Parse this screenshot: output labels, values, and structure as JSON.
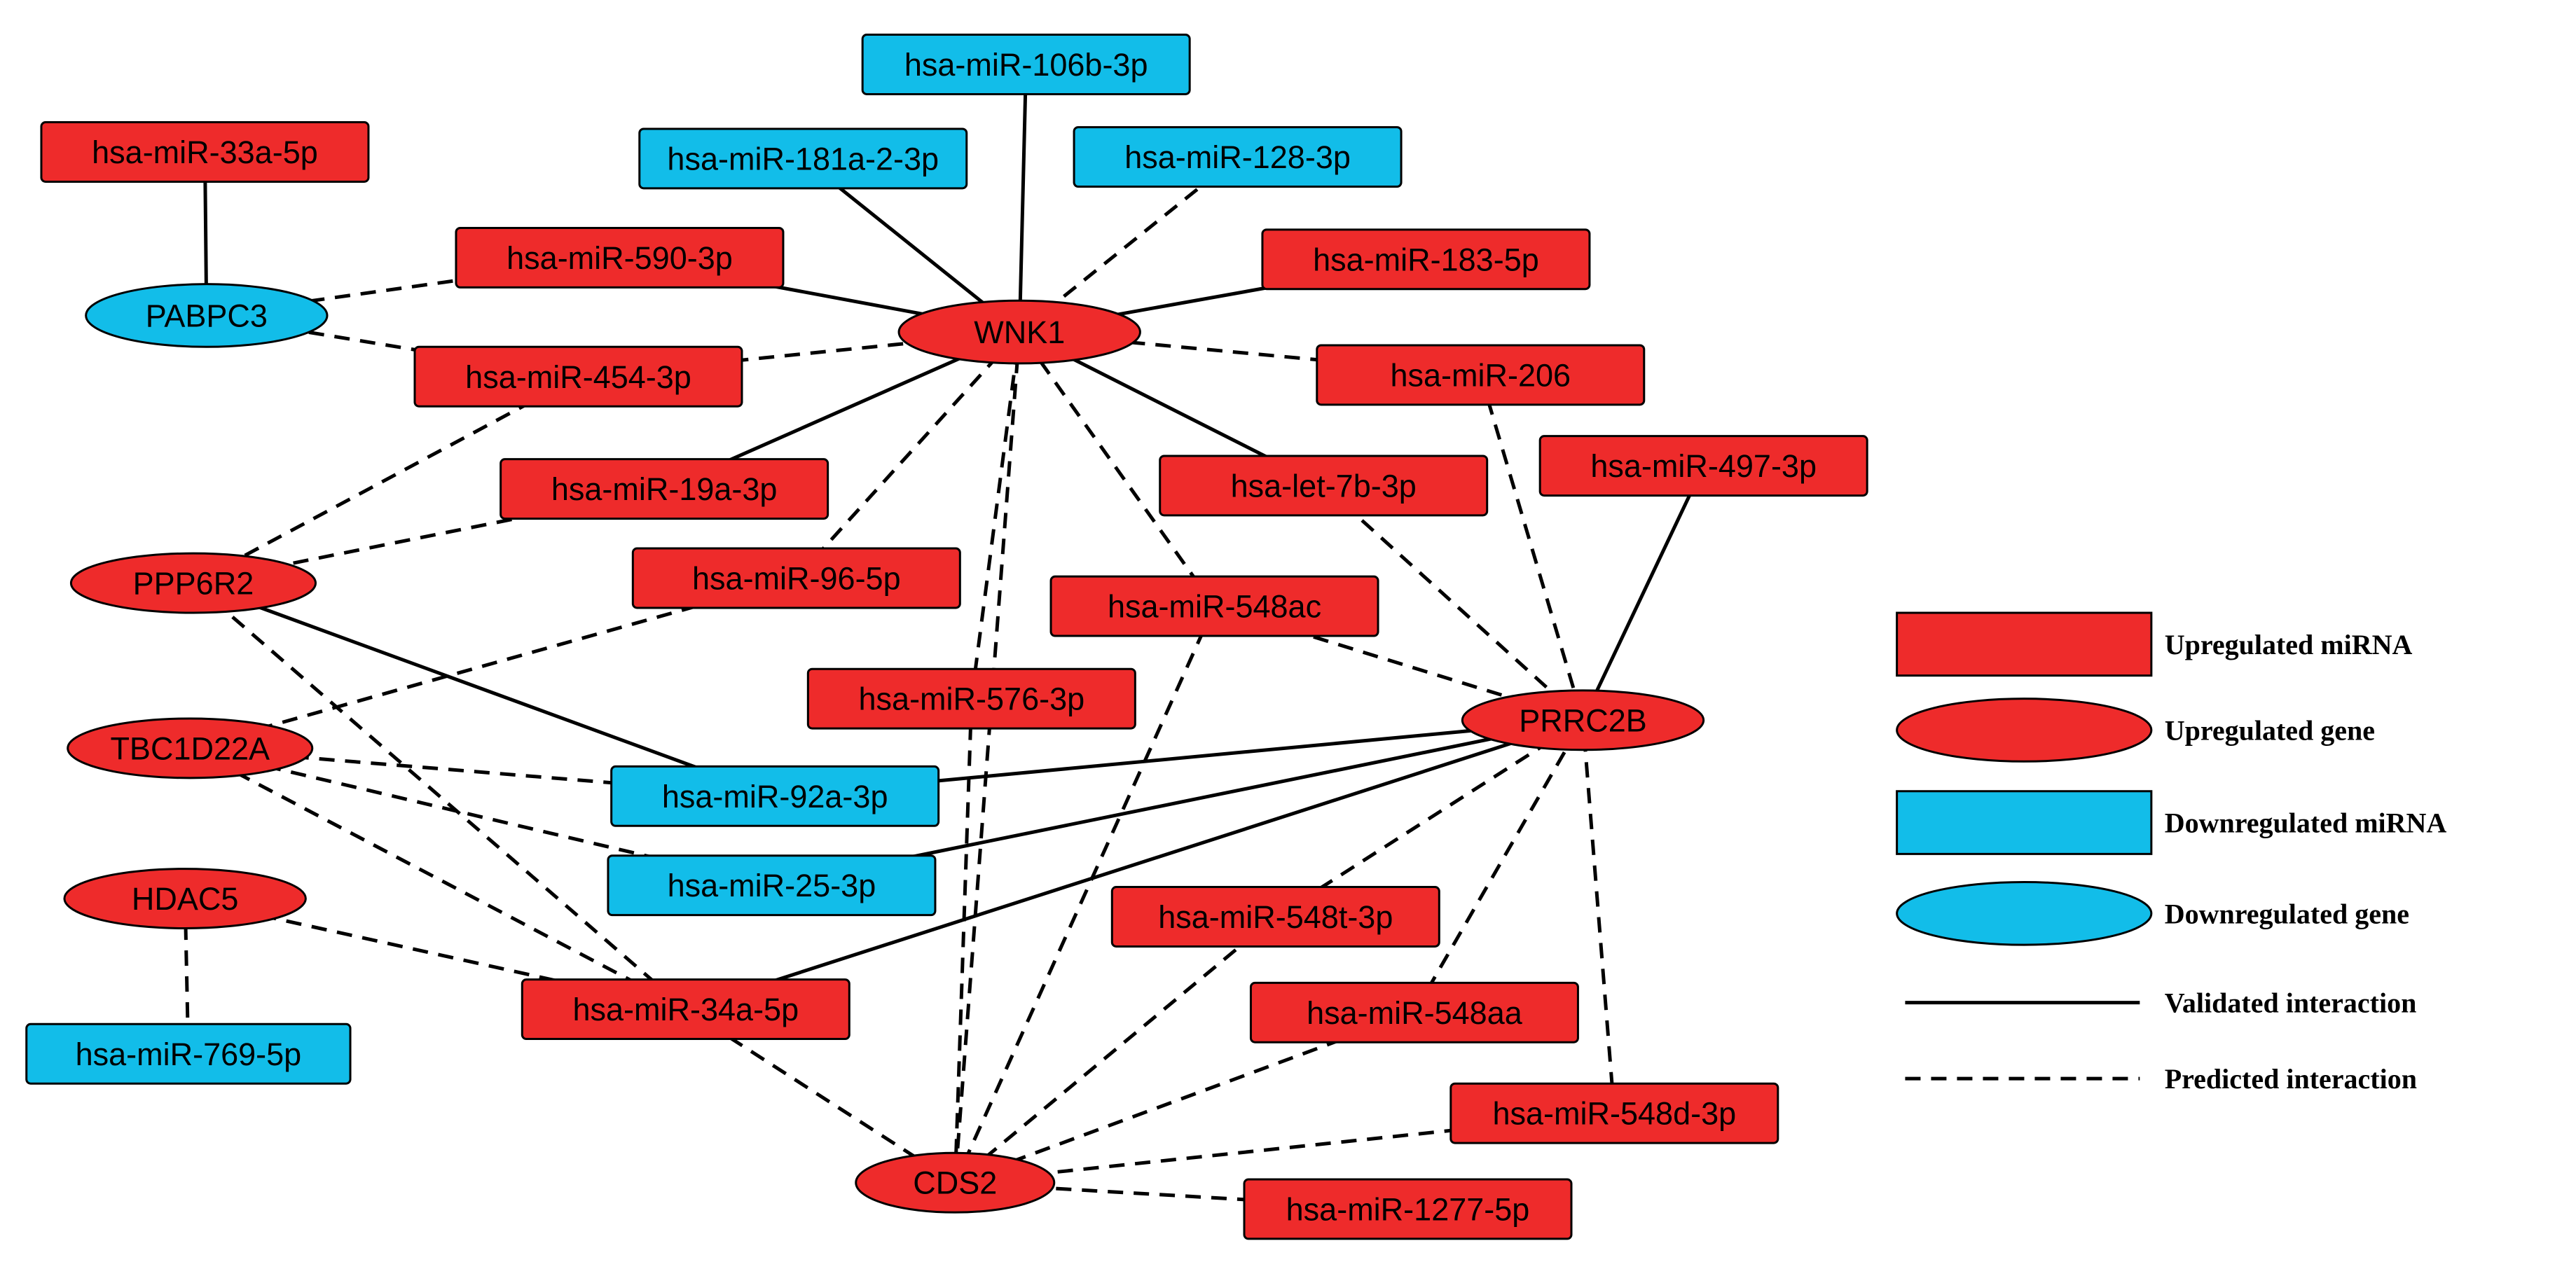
{
  "colors": {
    "upregulated": "#ee2b2b",
    "downregulated": "#12bde9",
    "stroke": "#000000"
  },
  "nodes": [
    {
      "id": "WNK1",
      "label": "WNK1",
      "kind": "gene",
      "reg": "up"
    },
    {
      "id": "PRRC2B",
      "label": "PRRC2B",
      "kind": "gene",
      "reg": "up"
    },
    {
      "id": "PPP6R2",
      "label": "PPP6R2",
      "kind": "gene",
      "reg": "up"
    },
    {
      "id": "TBC1D22A",
      "label": "TBC1D22A",
      "kind": "gene",
      "reg": "up"
    },
    {
      "id": "HDAC5",
      "label": "HDAC5",
      "kind": "gene",
      "reg": "up"
    },
    {
      "id": "CDS2",
      "label": "CDS2",
      "kind": "gene",
      "reg": "up"
    },
    {
      "id": "PABPC3",
      "label": "PABPC3",
      "kind": "gene",
      "reg": "down"
    },
    {
      "id": "m33a5p",
      "label": "hsa-miR-33a-5p",
      "kind": "mirna",
      "reg": "up"
    },
    {
      "id": "m106b3p",
      "label": "hsa-miR-106b-3p",
      "kind": "mirna",
      "reg": "down"
    },
    {
      "id": "m181a23p",
      "label": "hsa-miR-181a-2-3p",
      "kind": "mirna",
      "reg": "down"
    },
    {
      "id": "m1283p",
      "label": "hsa-miR-128-3p",
      "kind": "mirna",
      "reg": "down"
    },
    {
      "id": "m5903p",
      "label": "hsa-miR-590-3p",
      "kind": "mirna",
      "reg": "up"
    },
    {
      "id": "m1835p",
      "label": "hsa-miR-183-5p",
      "kind": "mirna",
      "reg": "up"
    },
    {
      "id": "m4543p",
      "label": "hsa-miR-454-3p",
      "kind": "mirna",
      "reg": "up"
    },
    {
      "id": "m206",
      "label": "hsa-miR-206",
      "kind": "mirna",
      "reg": "up"
    },
    {
      "id": "m19a3p",
      "label": "hsa-miR-19a-3p",
      "kind": "mirna",
      "reg": "up"
    },
    {
      "id": "let7b3p",
      "label": "hsa-let-7b-3p",
      "kind": "mirna",
      "reg": "up"
    },
    {
      "id": "m4973p",
      "label": "hsa-miR-497-3p",
      "kind": "mirna",
      "reg": "up"
    },
    {
      "id": "m965p",
      "label": "hsa-miR-96-5p",
      "kind": "mirna",
      "reg": "up"
    },
    {
      "id": "m548ac",
      "label": "hsa-miR-548ac",
      "kind": "mirna",
      "reg": "up"
    },
    {
      "id": "m5763p",
      "label": "hsa-miR-576-3p",
      "kind": "mirna",
      "reg": "up"
    },
    {
      "id": "m92a3p",
      "label": "hsa-miR-92a-3p",
      "kind": "mirna",
      "reg": "down"
    },
    {
      "id": "m253p",
      "label": "hsa-miR-25-3p",
      "kind": "mirna",
      "reg": "down"
    },
    {
      "id": "m548t3p",
      "label": "hsa-miR-548t-3p",
      "kind": "mirna",
      "reg": "up"
    },
    {
      "id": "m34a5p",
      "label": "hsa-miR-34a-5p",
      "kind": "mirna",
      "reg": "up"
    },
    {
      "id": "m548aa",
      "label": "hsa-miR-548aa",
      "kind": "mirna",
      "reg": "up"
    },
    {
      "id": "m7695p",
      "label": "hsa-miR-769-5p",
      "kind": "mirna",
      "reg": "down"
    },
    {
      "id": "m548d3p",
      "label": "hsa-miR-548d-3p",
      "kind": "mirna",
      "reg": "up"
    },
    {
      "id": "m12775p",
      "label": "hsa-miR-1277-5p",
      "kind": "mirna",
      "reg": "up"
    }
  ],
  "edges": [
    {
      "from": "m33a5p",
      "to": "PABPC3",
      "type": "validated"
    },
    {
      "from": "PABPC3",
      "to": "m5903p",
      "type": "predicted"
    },
    {
      "from": "PABPC3",
      "to": "m4543p",
      "type": "predicted"
    },
    {
      "from": "m106b3p",
      "to": "WNK1",
      "type": "validated"
    },
    {
      "from": "m181a23p",
      "to": "WNK1",
      "type": "validated"
    },
    {
      "from": "m1283p",
      "to": "WNK1",
      "type": "predicted"
    },
    {
      "from": "m5903p",
      "to": "WNK1",
      "type": "validated"
    },
    {
      "from": "m1835p",
      "to": "WNK1",
      "type": "validated"
    },
    {
      "from": "m4543p",
      "to": "WNK1",
      "type": "predicted"
    },
    {
      "from": "m206",
      "to": "WNK1",
      "type": "predicted"
    },
    {
      "from": "m19a3p",
      "to": "WNK1",
      "type": "validated"
    },
    {
      "from": "let7b3p",
      "to": "WNK1",
      "type": "validated"
    },
    {
      "from": "m965p",
      "to": "WNK1",
      "type": "predicted"
    },
    {
      "from": "m5763p",
      "to": "WNK1",
      "type": "predicted"
    },
    {
      "from": "m548ac",
      "to": "WNK1",
      "type": "predicted"
    },
    {
      "from": "m4543p",
      "to": "PPP6R2",
      "type": "predicted"
    },
    {
      "from": "m19a3p",
      "to": "PPP6R2",
      "type": "predicted"
    },
    {
      "from": "PPP6R2",
      "to": "m92a3p",
      "type": "validated"
    },
    {
      "from": "PPP6R2",
      "to": "m34a5p",
      "type": "predicted"
    },
    {
      "from": "m965p",
      "to": "TBC1D22A",
      "type": "predicted"
    },
    {
      "from": "TBC1D22A",
      "to": "m92a3p",
      "type": "predicted"
    },
    {
      "from": "TBC1D22A",
      "to": "m253p",
      "type": "predicted"
    },
    {
      "from": "TBC1D22A",
      "to": "m34a5p",
      "type": "predicted"
    },
    {
      "from": "HDAC5",
      "to": "m7695p",
      "type": "predicted"
    },
    {
      "from": "HDAC5",
      "to": "m34a5p",
      "type": "predicted"
    },
    {
      "from": "m206",
      "to": "PRRC2B",
      "type": "predicted"
    },
    {
      "from": "let7b3p",
      "to": "PRRC2B",
      "type": "predicted"
    },
    {
      "from": "m4973p",
      "to": "PRRC2B",
      "type": "validated"
    },
    {
      "from": "m548ac",
      "to": "PRRC2B",
      "type": "predicted"
    },
    {
      "from": "m92a3p",
      "to": "PRRC2B",
      "type": "validated"
    },
    {
      "from": "m253p",
      "to": "PRRC2B",
      "type": "validated"
    },
    {
      "from": "m34a5p",
      "to": "PRRC2B",
      "type": "validated"
    },
    {
      "from": "m548t3p",
      "to": "PRRC2B",
      "type": "predicted"
    },
    {
      "from": "m548aa",
      "to": "PRRC2B",
      "type": "predicted"
    },
    {
      "from": "m548d3p",
      "to": "PRRC2B",
      "type": "predicted"
    },
    {
      "from": "m34a5p",
      "to": "CDS2",
      "type": "predicted"
    },
    {
      "from": "m5763p",
      "to": "CDS2",
      "type": "predicted"
    },
    {
      "from": "m548ac",
      "to": "CDS2",
      "type": "predicted"
    },
    {
      "from": "m548t3p",
      "to": "CDS2",
      "type": "predicted"
    },
    {
      "from": "m548aa",
      "to": "CDS2",
      "type": "predicted"
    },
    {
      "from": "m548d3p",
      "to": "CDS2",
      "type": "predicted"
    },
    {
      "from": "m12775p",
      "to": "CDS2",
      "type": "predicted"
    },
    {
      "from": "WNK1",
      "to": "CDS2",
      "type": "predicted"
    }
  ],
  "legend": [
    {
      "symbol": "rect",
      "reg": "up",
      "label": "Upregulated miRNA"
    },
    {
      "symbol": "ellipse",
      "reg": "up",
      "label": "Upregulated gene"
    },
    {
      "symbol": "rect",
      "reg": "down",
      "label": "Downregulated miRNA"
    },
    {
      "symbol": "ellipse",
      "reg": "down",
      "label": "Downregulated gene"
    },
    {
      "symbol": "solid-line",
      "label": "Validated interaction"
    },
    {
      "symbol": "dashed-line",
      "label": "Predicted interaction"
    }
  ]
}
